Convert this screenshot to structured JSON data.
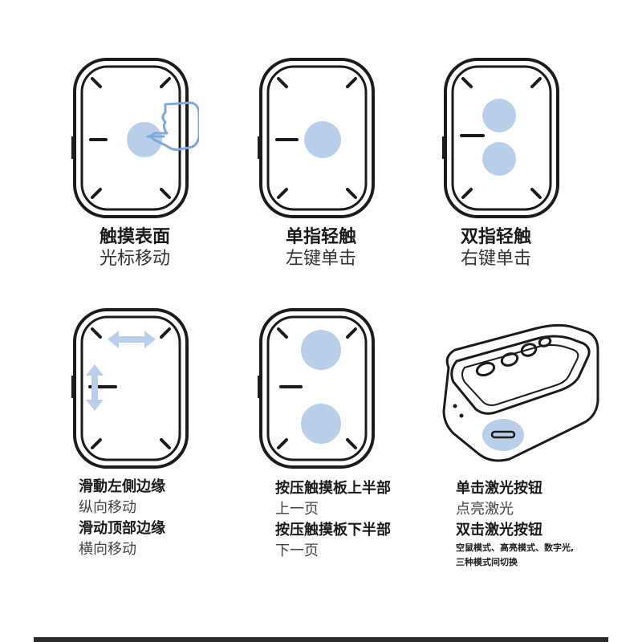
{
  "panels": [
    {
      "id": "touch-surface",
      "title": "触摸表面",
      "subtitle": "光标移动"
    },
    {
      "id": "single-tap",
      "title": "单指轻触",
      "subtitle": "左键单击"
    },
    {
      "id": "double-tap",
      "title": "双指轻触",
      "subtitle": "右键单击"
    },
    {
      "id": "swipe-edge",
      "line1": "滑動左側边缘",
      "line2": "纵向移动",
      "line3": "滑动顶部边缘",
      "line4": "横向移动"
    },
    {
      "id": "press-halves",
      "line1": "按压触摸板上半部",
      "line2": "上一页",
      "line3": "按压触摸板下半部",
      "line4": "下一页"
    },
    {
      "id": "laser-button",
      "line1": "单击激光按钮",
      "line2": "点亮激光",
      "line3": "双击激光按钮",
      "line4": "空鼠模式、高亮模式、数字光,",
      "line5": "三种模式间切换"
    }
  ],
  "colors": {
    "outline": "#1b1b1b",
    "touch_blue": "#b9cfe9",
    "bottom_bar": "#2b2b2b"
  },
  "icons": [
    "touchpad-device-icon",
    "finger-icon",
    "touch-point-icon",
    "arrow-horizontal-icon",
    "arrow-vertical-icon",
    "remote-device-icon"
  ]
}
